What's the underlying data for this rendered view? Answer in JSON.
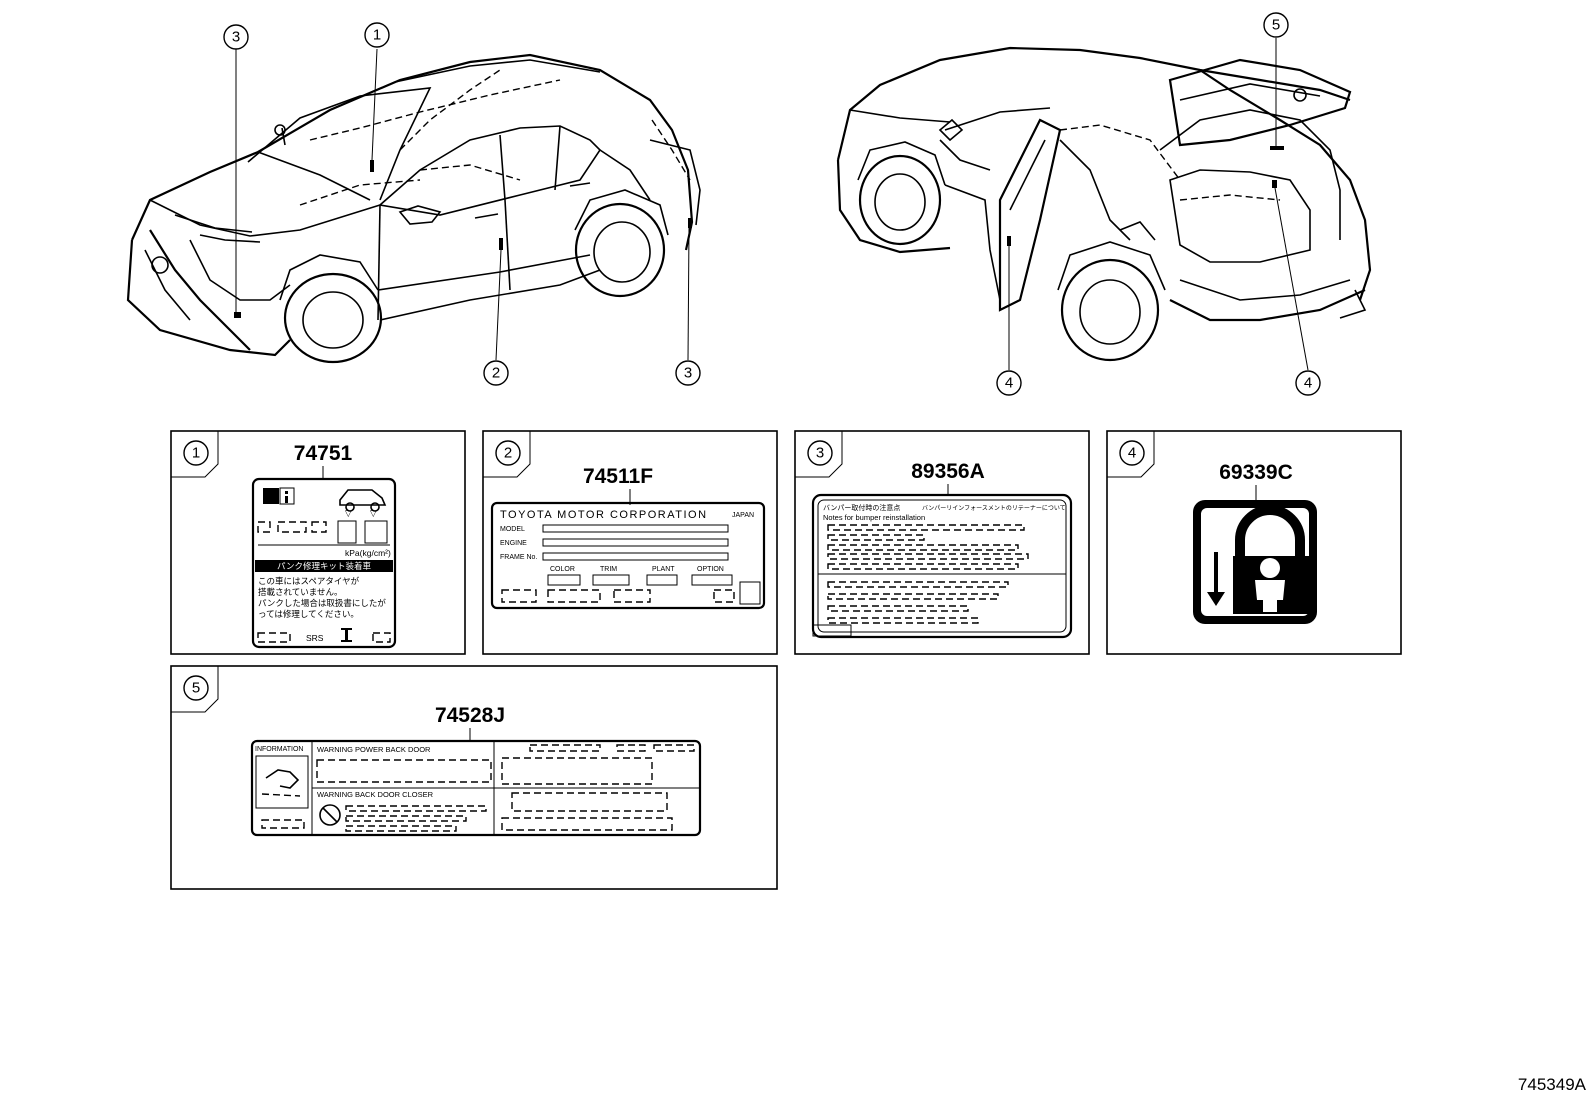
{
  "diagram_ref": "745349A",
  "callouts": {
    "front_view": [
      "3",
      "1",
      "2",
      "3"
    ],
    "rear_view": [
      "5",
      "4",
      "4"
    ]
  },
  "panels": [
    {
      "index": "1",
      "part_number": "74751",
      "label_text": {
        "unit": "kPa(kg/cm²)",
        "kit_header": "パンク修理キット装着車",
        "lines": [
          "この車にはスペアタイヤが",
          "搭載されていません。",
          "パンクした場合は取扱書にしたが",
          "っては修理してください。"
        ],
        "footer": "SRS"
      }
    },
    {
      "index": "2",
      "part_number": "74511F",
      "label_text": {
        "header": "TOYOTA MOTOR CORPORATION",
        "country": "JAPAN",
        "rows": [
          "MODEL",
          "ENGINE",
          "FRAME No."
        ],
        "cols": [
          "COLOR",
          "TRIM",
          "PLANT",
          "OPTION"
        ]
      }
    },
    {
      "index": "3",
      "part_number": "89356A",
      "label_text": {
        "jp_header": "バンパー取付時の注意点",
        "jp_sub": "バンパーリインフォースメントのリテーナーについて",
        "en_header": "Notes for bumper reinstallation"
      }
    },
    {
      "index": "4",
      "part_number": "69339C"
    },
    {
      "index": "5",
      "part_number": "74528J",
      "label_text": {
        "info": "INFORMATION",
        "warn1": "WARNING  POWER BACK DOOR",
        "warn2": "WARNING  BACK DOOR CLOSER"
      }
    }
  ]
}
